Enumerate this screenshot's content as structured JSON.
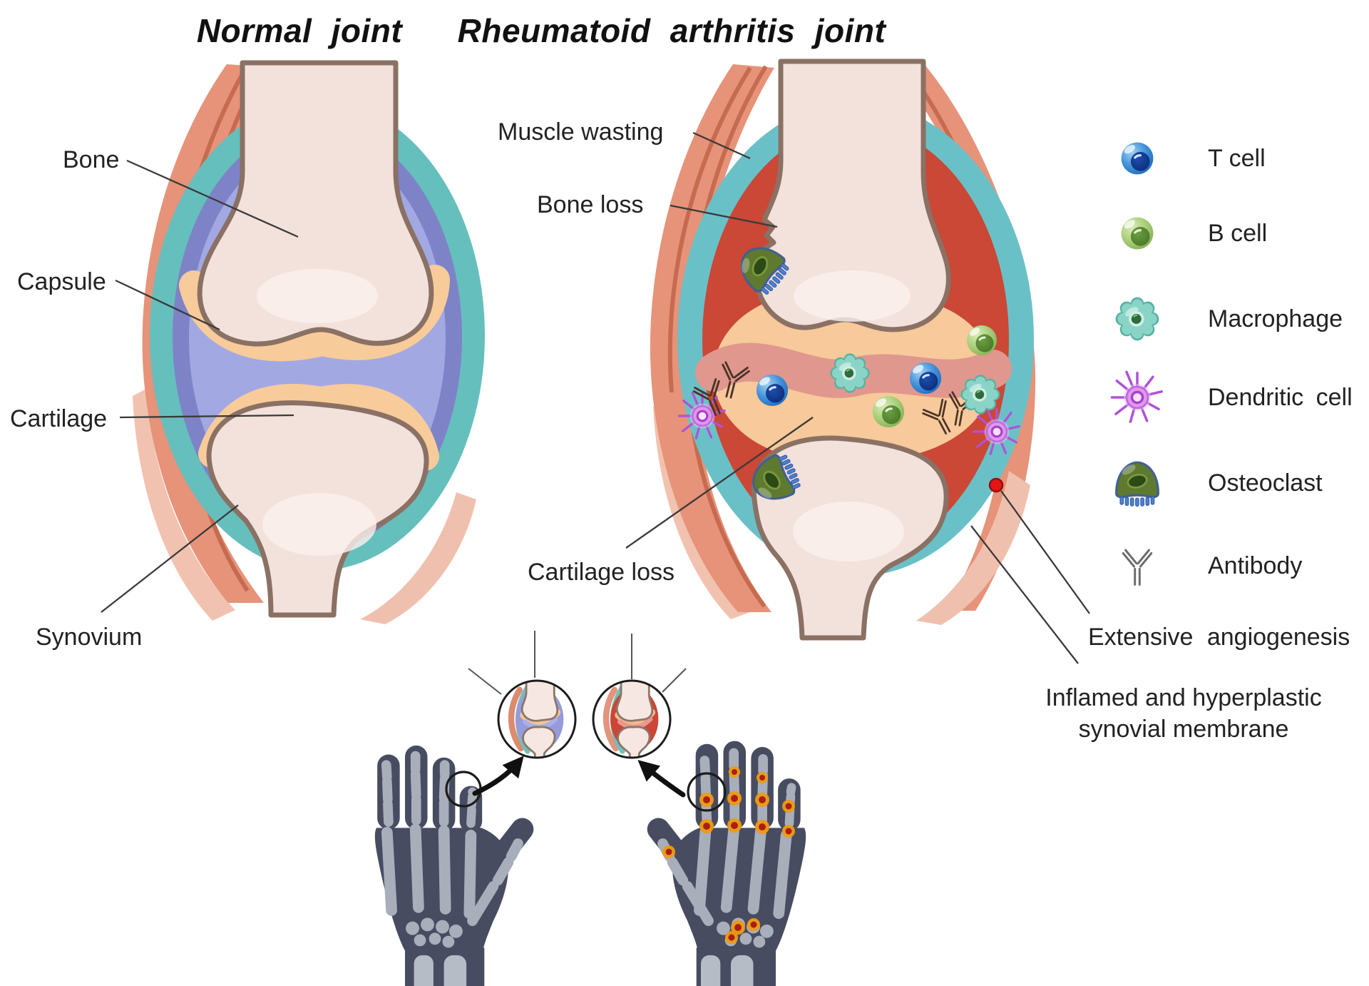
{
  "titles": {
    "left": "Normal joint",
    "right": "Rheumatoid arthritis joint"
  },
  "normal_joint": {
    "labels": {
      "bone": "Bone",
      "capsule": "Capsule",
      "cartilage": "Cartilage",
      "synovium": "Synovium"
    }
  },
  "ra_joint": {
    "labels": {
      "muscle_wasting": "Muscle wasting",
      "bone_loss": "Bone loss",
      "cartilage_loss": "Cartilage loss",
      "extensive_angiogenesis": "Extensive angiogenesis",
      "inflamed_synovium_line1": "Inflamed and hyperplastic",
      "inflamed_synovium_line2": "synovial membrane"
    }
  },
  "legend": {
    "items": [
      {
        "id": "t-cell",
        "label": "T cell",
        "icon": "t-cell-icon",
        "color": "#2f7fd0"
      },
      {
        "id": "b-cell",
        "label": "B cell",
        "icon": "b-cell-icon",
        "color": "#8fbf60"
      },
      {
        "id": "macrophage",
        "label": "Macrophage",
        "icon": "macrophage-icon",
        "color": "#7fd0c2"
      },
      {
        "id": "dendritic-cell",
        "label": "Dendritic cell",
        "icon": "dendritic-cell-icon",
        "color": "#c95fe0"
      },
      {
        "id": "osteoclast",
        "label": "Osteoclast",
        "icon": "osteoclast-icon",
        "color": "#5e7a2d"
      },
      {
        "id": "antibody",
        "label": "Antibody",
        "icon": "antibody-icon",
        "color": "#6e6e6e"
      }
    ]
  },
  "palette": {
    "muscle": "#e69379",
    "muscle_stripe": "#c76b50",
    "capsule_teal": "#65bfbd",
    "synovium_purple": "#7e83c8",
    "synovial_fluid": "#a2a8e2",
    "cartilage": "#f8cb9a",
    "bone_fill": "#f3e1dc",
    "bone_outline": "#8a7164",
    "inflamed_synovium": "#cb4736",
    "pannus_pink": "#e1988e",
    "xray_hand": "#474c61",
    "xray_bone": "#a8aeba",
    "inflammation_spot": "#ef9a12",
    "inflammation_core": "#a82012",
    "angiogenesis_dot": "#e51515",
    "label_text": "#262626"
  }
}
